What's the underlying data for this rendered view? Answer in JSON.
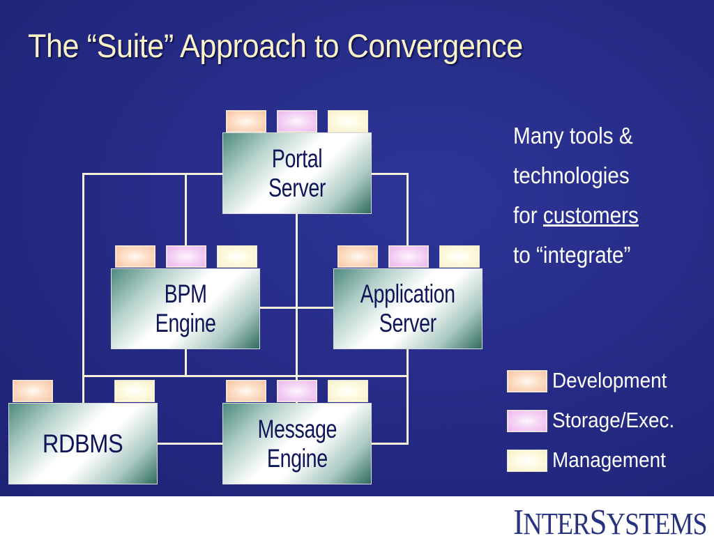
{
  "title": "The “Suite” Approach to Convergence",
  "nodes": {
    "portal": {
      "line1": "Portal",
      "line2": "Server"
    },
    "bpm": {
      "line1": "BPM",
      "line2": "Engine"
    },
    "app": {
      "line1": "Application",
      "line2": "Server"
    },
    "rdbms": {
      "line1": "RDBMS"
    },
    "message": {
      "line1": "Message",
      "line2": "Engine"
    }
  },
  "note": {
    "line1": "Many tools &",
    "line2": "technologies",
    "line3_prefix": "for ",
    "line3_underlined": "customers",
    "line4": "to “integrate”"
  },
  "legend": [
    {
      "label": "Development",
      "kind": "dev",
      "color": "#f7c29f"
    },
    {
      "label": "Storage/Exec.",
      "kind": "stor",
      "color": "#ebb2eb"
    },
    {
      "label": "Management",
      "kind": "mgmt",
      "color": "#f6efc4"
    }
  ],
  "logo": {
    "text": "InterSystems"
  },
  "colors": {
    "background": "#262c87",
    "title": "#fbf3c8",
    "node_text": "#0f1657",
    "connector": "#f3f0dc"
  }
}
